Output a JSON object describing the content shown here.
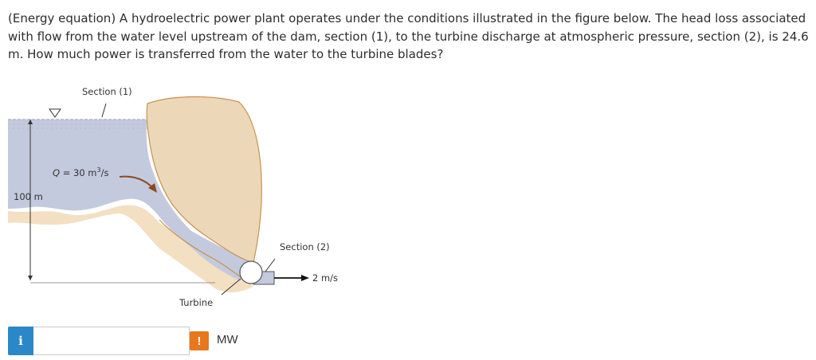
{
  "question": {
    "text": "(Energy equation) A hydroelectric power plant operates under the conditions illustrated in the figure below. The head loss associated with flow from the water level upstream of the dam, section (1), to the turbine discharge at atmospheric pressure, section (2), is 24.6 m. How much power is transferred from the water to the turbine blades?"
  },
  "figure": {
    "section1_label": "Section (1)",
    "flow_label_q": "Q",
    "flow_label_eq": " = 30 m",
    "flow_label_exp": "3",
    "flow_label_unit": "/s",
    "height_label": "100 m",
    "section2_label": "Section (2)",
    "velocity_label": "2 m/s",
    "turbine_label": "Turbine",
    "colors": {
      "water": "#c3cadd",
      "dam": "#ecd8b8",
      "dam_outline": "#c9914f",
      "ground": "#f3dfc2"
    }
  },
  "answer": {
    "info_icon": "i",
    "input_value": "",
    "warning_icon": "!",
    "unit": "MW"
  }
}
